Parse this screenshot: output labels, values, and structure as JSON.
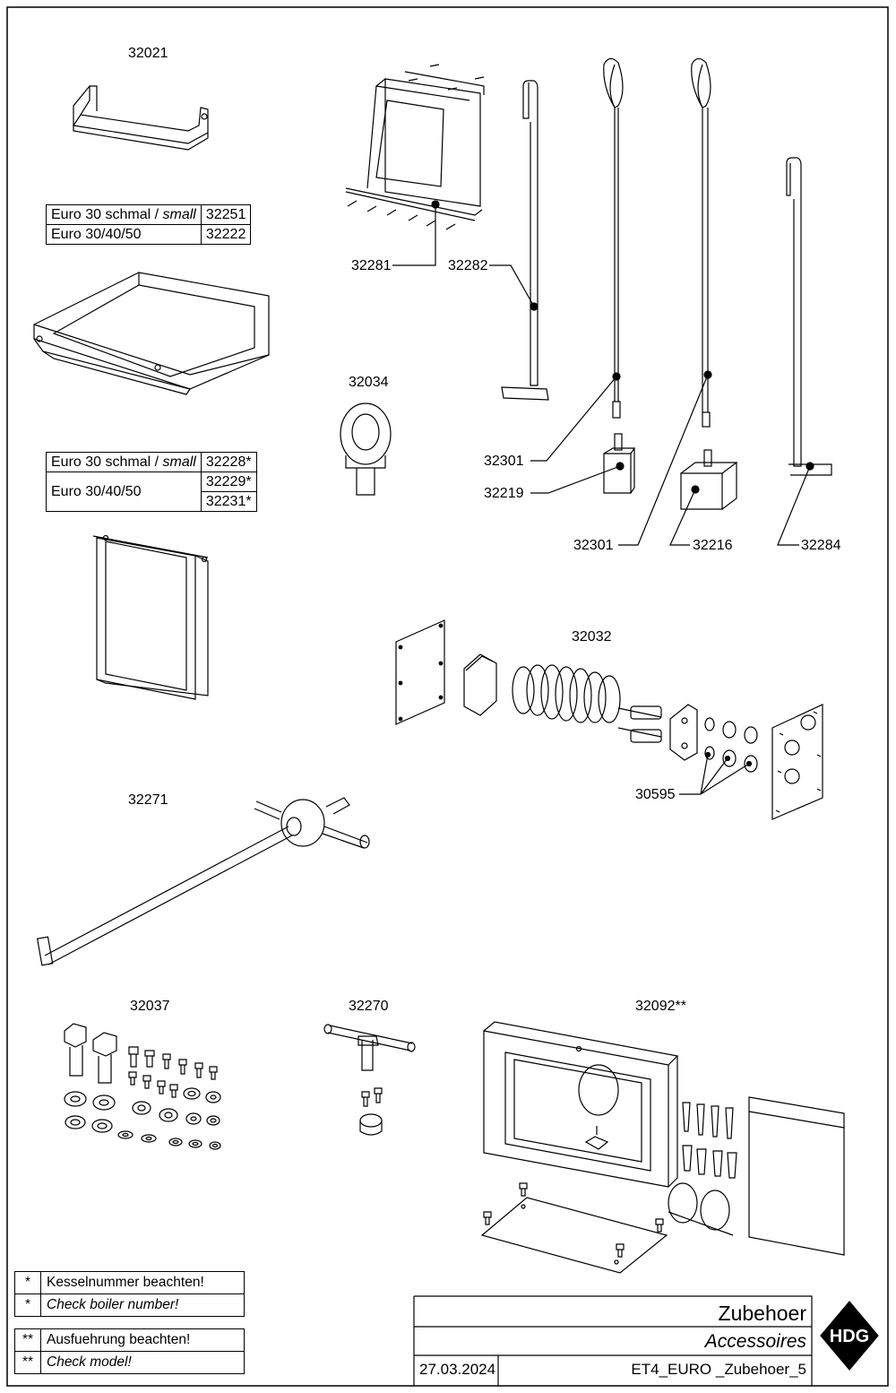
{
  "parts": {
    "p32021": "32021",
    "p32281": "32281",
    "p32282": "32282",
    "p32034": "32034",
    "p32301a": "32301",
    "p32219": "32219",
    "p32301b": "32301",
    "p32216": "32216",
    "p32284": "32284",
    "p32032": "32032",
    "p30595": "30595",
    "p32271": "32271",
    "p32037": "32037",
    "p32270": "32270",
    "p32092": "32092**"
  },
  "tables": {
    "t1": [
      {
        "desc": "Euro 30 schmal / ",
        "desc_it": "small",
        "code": "32251"
      },
      {
        "desc": "Euro 30/40/50",
        "desc_it": "",
        "code": "32222"
      }
    ],
    "t2": {
      "r1": {
        "desc": "Euro 30 schmal / ",
        "desc_it": "small",
        "code": "32228*"
      },
      "r2": {
        "desc": "Euro 30/40/50",
        "code_a": "32229*",
        "code_b": "32231*"
      }
    }
  },
  "notes": [
    {
      "mark": "*",
      "text": "Kesselnummer beachten!",
      "italic": false
    },
    {
      "mark": "*",
      "text": "Check boiler number!",
      "italic": true
    },
    {
      "mark": "**",
      "text": "Ausfuehrung beachten!",
      "italic": false
    },
    {
      "mark": "**",
      "text": "Check model!",
      "italic": true
    }
  ],
  "title_block": {
    "title_de": "Zubehoer",
    "title_en": "Accessoires",
    "date": "27.03.2024",
    "drawing_id": "ET4_EURO _Zubehoer_5",
    "logo_text": "HDG"
  }
}
